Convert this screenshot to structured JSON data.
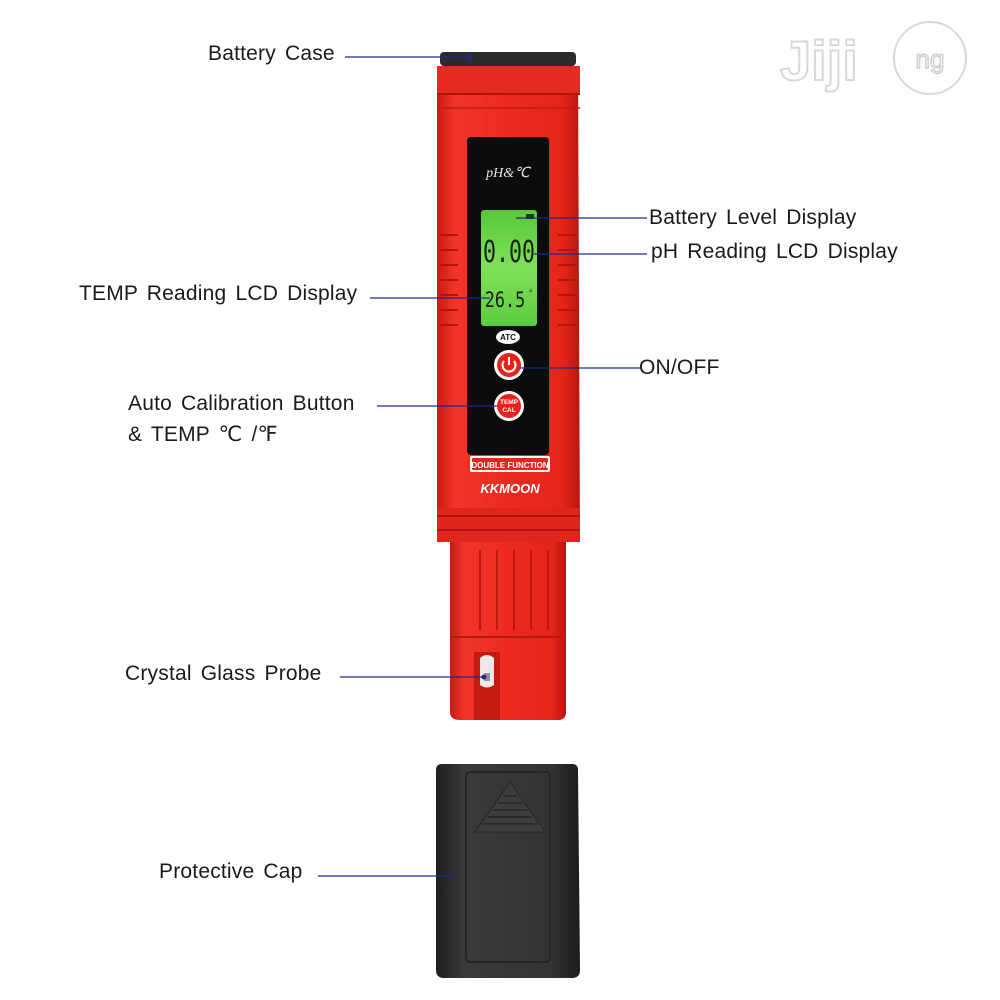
{
  "watermark": {
    "text": "Jiji",
    "badge": "ng"
  },
  "device": {
    "display_title": "pH&℃",
    "ph_value": "0.00",
    "temp_value": "26.5",
    "temp_unit": "°",
    "atc_label": "ATC",
    "temp_button_line1": "TEMP",
    "temp_button_line2": "CAL",
    "band_label": "DOUBLE FUNCTION",
    "brand": "KKMOON",
    "colors": {
      "body": "#e8231c",
      "body_dark": "#b8160f",
      "panel": "#0c0c0c",
      "lcd": "#6cd84a",
      "cap": "#2f2f2f"
    }
  },
  "labels": {
    "battery_case": "Battery Case",
    "battery_level": "Battery Level Display",
    "ph_lcd": "pH Reading LCD Display",
    "temp_lcd": "TEMP Reading LCD Display",
    "on_off": "ON/OFF",
    "auto_cal_line1": "Auto Calibration Button",
    "auto_cal_line2": "& TEMP ℃ /℉",
    "crystal_probe": "Crystal Glass Probe",
    "protective_cap": "Protective Cap"
  }
}
